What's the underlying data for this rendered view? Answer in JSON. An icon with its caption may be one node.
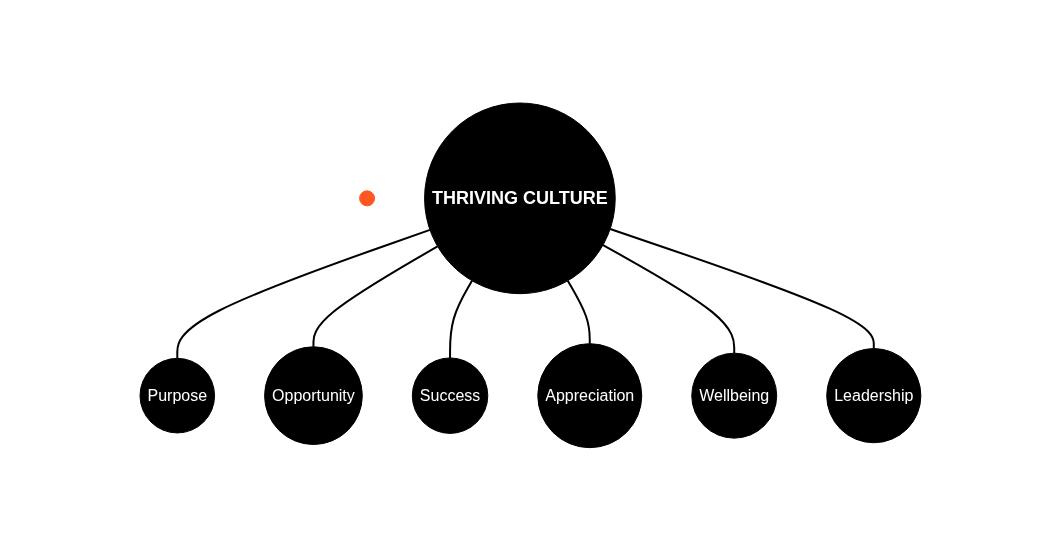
{
  "diagram": {
    "nodes": [
      {
        "text": [],
        "shape": "circle"
      },
      {
        "text": [
          "THRIVING CULTURE"
        ]
      },
      {
        "text": [
          "Purpose"
        ]
      },
      {
        "text": [
          "Opportunity"
        ]
      },
      {
        "text": [
          "Success"
        ]
      },
      {
        "text": [
          "Appreciation"
        ]
      },
      {
        "text": [
          "Wellbeing"
        ]
      },
      {
        "text": [
          "Leadership"
        ]
      }
    ],
    "edges": [
      {
        "from": 1,
        "to": 2,
        "arrow": "none"
      },
      {
        "from": 1,
        "to": 3,
        "arrow": "none"
      },
      {
        "from": 1,
        "to": 4,
        "arrow": "none"
      },
      {
        "from": 1,
        "to": 5,
        "arrow": "none"
      },
      {
        "from": 1,
        "to": 6,
        "arrow": "none"
      },
      {
        "from": 1,
        "to": 7,
        "arrow": "none"
      }
    ]
  }
}
